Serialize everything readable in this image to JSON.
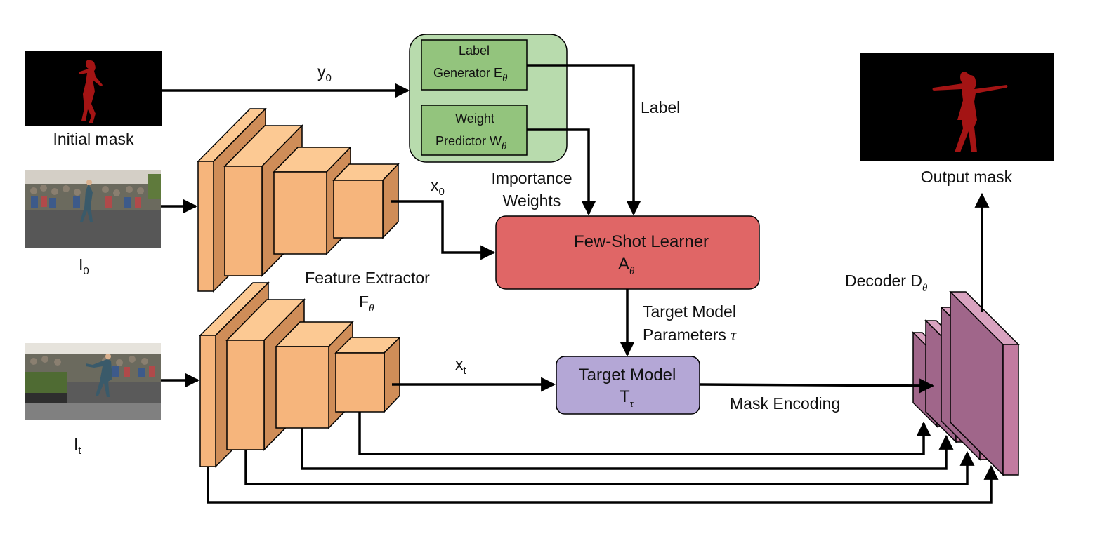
{
  "inputs": {
    "initial_mask_caption": "Initial mask",
    "image0_label": "I",
    "image0_sub": "0",
    "imaget_label": "I",
    "imaget_sub": "t"
  },
  "edges": {
    "y0_label": "y",
    "y0_sub": "0",
    "x0_label": "x",
    "x0_sub": "0",
    "xt_label": "x",
    "xt_sub": "t",
    "label_text": "Label",
    "importance_line1": "Importance",
    "importance_line2": "Weights",
    "target_params_line1": "Target Model",
    "target_params_line2": "Parameters",
    "target_params_symbol": "τ",
    "mask_encoding": "Mask Encoding"
  },
  "modules": {
    "label_generator_line1": "Label",
    "label_generator_line2": "Generator E",
    "label_generator_sub": "θ",
    "weight_predictor_line1": "Weight",
    "weight_predictor_line2": "Predictor W",
    "weight_predictor_sub": "θ",
    "few_shot_line1": "Few-Shot Learner",
    "few_shot_line2": "A",
    "few_shot_sub": "θ",
    "feature_extractor_line1": "Feature Extractor",
    "feature_extractor_line2": "F",
    "feature_extractor_sub": "θ",
    "target_model_line1": "Target Model",
    "target_model_line2": "T",
    "target_model_sub": "τ",
    "decoder_label": "Decoder D",
    "decoder_sub": "θ"
  },
  "outputs": {
    "output_mask_caption": "Output mask"
  },
  "colors": {
    "mask_background": "#000000",
    "mask_silhouette": "#a31414",
    "cnn_front": "#f6b57c",
    "cnn_side": "#cf8d58",
    "cnn_top": "#fcc993",
    "green_outer": "#b8dbad",
    "green_inner": "#93c47d",
    "few_shot_fill": "#e06666",
    "target_model_fill": "#b4a7d6",
    "decoder_front": "#c27ba0",
    "decoder_side": "#a0668a",
    "decoder_top": "#d9a3c0"
  }
}
